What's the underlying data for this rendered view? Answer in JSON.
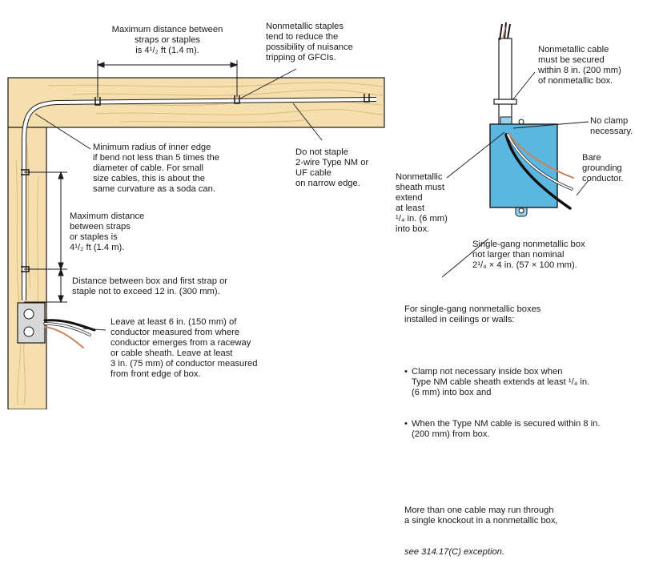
{
  "colors": {
    "wood": "#f5dfae",
    "wood_grain": "#d9b878",
    "outline": "#1a1a1a",
    "box_fill": "#5bb7df",
    "copper": "#c8845a",
    "cable_white": "#ffffff",
    "cable_black": "#111111"
  },
  "icons": {
    "staple": "staple-icon",
    "receptacle": "receptacle-icon",
    "cable": "nm-cable-icon",
    "box": "single-gang-box-icon"
  },
  "labels": {
    "max_distance_top": [
      "Maximum distance between",
      "straps or staples",
      "is 4¹/₂ ft (1.4 m)."
    ],
    "nonmetallic_staples": [
      "Nonmetallic staples",
      "tend to reduce the",
      "possibility of nuisance",
      "tripping of GFCIs."
    ],
    "min_radius": [
      "Minimum radius of inner edge",
      "if bend not less than 5 times the",
      "diameter of cable. For small",
      "size cables, this is about the",
      "same curvature as a soda can."
    ],
    "do_not_staple": [
      "Do not staple",
      "2-wire Type NM or",
      "UF cable",
      "on narrow edge."
    ],
    "max_distance_vertical": [
      "Maximum distance",
      "between straps",
      "or staples is",
      "4¹/₂ ft (1.4 m)."
    ],
    "distance_box_strap": [
      "Distance between box and first strap or",
      "staple not to exceed 12 in. (300 mm)."
    ],
    "leave_conductor": [
      "Leave at least 6 in. (150 mm) of",
      "conductor measured from where",
      "conductor emerges from a raceway",
      "or cable sheath. Leave at least",
      "3 in. (75 mm) of conductor measured",
      "from front edge of box."
    ],
    "cable_secured": [
      "Nonmetallic cable",
      "must be secured",
      "within 8 in. (200 mm)",
      "of nonmetallic box."
    ],
    "no_clamp": [
      "No clamp",
      "necessary."
    ],
    "bare_grounding": [
      "Bare",
      "grounding",
      "conductor."
    ],
    "sheath_extend": [
      "Nonmetallic",
      "sheath must",
      "extend",
      "at least",
      "¹/₄ in. (6 mm)",
      "into box."
    ],
    "single_gang": [
      "Single-gang nonmetallic box",
      "not larger than nominal",
      "2¹/₄ × 4 in. (57 × 100 mm)."
    ],
    "boxes_intro": [
      "For single-gang nonmetallic boxes",
      "installed in ceilings or walls:"
    ],
    "bullet_1": [
      "Clamp not necessary inside box when",
      "Type NM cable sheath extends at least ¹/₄ in.",
      "(6 mm) into box and"
    ],
    "bullet_2": [
      "When the Type NM cable is secured within 8 in.",
      "(200 mm) from box."
    ],
    "more_cables": [
      "More than one cable may run through",
      "a single knockout in a nonmetallic box,"
    ],
    "code_ref": "see 314.17(C) exception."
  }
}
